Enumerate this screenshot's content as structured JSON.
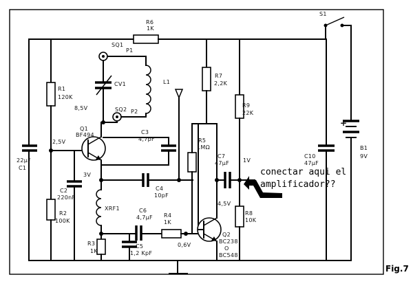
{
  "labels": {
    "r6": "R6",
    "r6_val": "1K",
    "s1": "S1",
    "sq1": "SQ1",
    "p1": "P1",
    "sq2": "SQ2",
    "p2": "P2",
    "cv1": "CV1",
    "l1": "L1",
    "r1": "R1",
    "r1_val": "120K",
    "v85": "8,5V",
    "q1": "Q1",
    "q1_type": "BF494",
    "v25": "2,5V",
    "c3": "C3",
    "c3_val": "4,7pF",
    "r7": "R7",
    "r7_val": "2,2K",
    "r9": "R9",
    "r9_val": "22K",
    "c1_val": "22µF",
    "c1": "C1",
    "r5": "R5",
    "r5_val": "1MΩ",
    "c7": "C7",
    "c7_val": "47µF",
    "v1": "1V",
    "c10": "C10",
    "c10_val": "47µF",
    "b1": "B1",
    "b1_val": "9V",
    "v3": "3V",
    "c2": "C2",
    "c2_val": "220nF",
    "c4": "C4",
    "c4_val": "10pF",
    "r2": "R2",
    "r2_val": "100K",
    "xrf1": "XRF1",
    "c6": "C6",
    "c6_val": "4,7µF",
    "r4": "R4",
    "r4_val": "1K",
    "v45": "4,5V",
    "r8": "R8",
    "r8_val": "10K",
    "q2": "Q2",
    "q2_type": "BC238",
    "q2_or": "O",
    "q2_alt": "BC548",
    "r3": "R3",
    "r3_val": "1K",
    "c5": "C5",
    "c5_val": "1,2 KpF",
    "v06": "0,6V",
    "plus": "+"
  },
  "annotation": {
    "line1": "conectar aqui el",
    "line2": "amplificador??"
  },
  "figure_label": "Fig.7"
}
